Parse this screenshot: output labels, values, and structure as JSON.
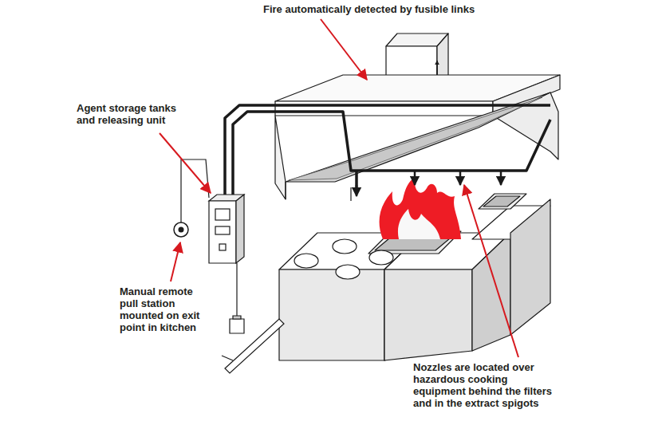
{
  "diagram": {
    "labels": [
      "Fire automatically detected by fusible links",
      "Agent storage tanks and releasing unit",
      "Manual remote pull station mounted on exit point in kitchen",
      "Nozzles are located over hazardous cooking equipment behind the filters and in the extract spigots"
    ]
  }
}
